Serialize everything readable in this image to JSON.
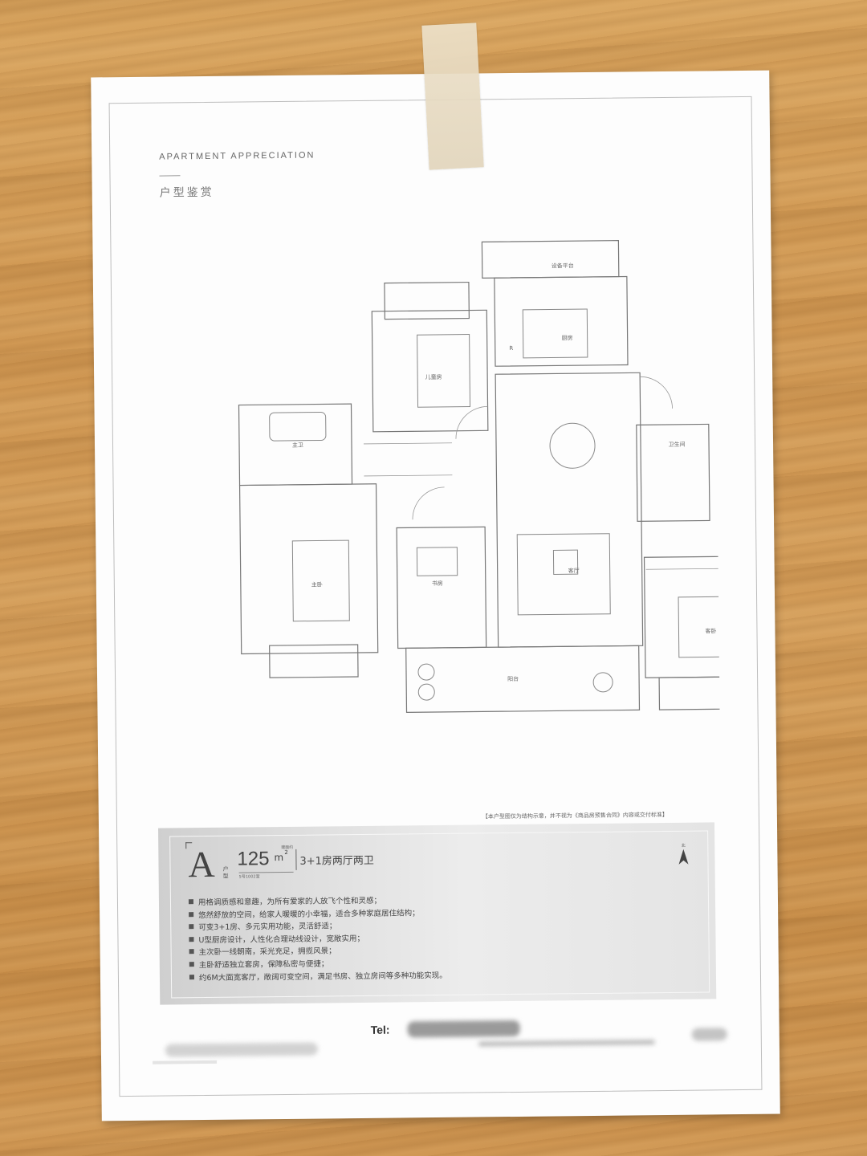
{
  "header": {
    "english_subtitle": "APARTMENT APPRECIATION",
    "chinese_subtitle": "户型鉴赏"
  },
  "floor_plan": {
    "room_labels": {
      "kids_room": "儿童房",
      "kitchen": "厨房",
      "equipment_platform": "设备平台",
      "master_bath": "主卫",
      "master_bedroom": "主卧",
      "study": "书房",
      "living_room": "客厅",
      "guest_bath": "卫生间",
      "guest_bedroom": "客卧",
      "balcony": "阳台",
      "fridge": "R"
    }
  },
  "disclaimer": "【本户型图仅为结构示意，并不视为《商品房预售合同》内容或交付标准】",
  "unit_info": {
    "type_letter": "A",
    "type_label": "户型",
    "area_value": "125",
    "area_unit": "m",
    "area_sup": "2",
    "area_note": "建面约",
    "building_note": "5号1002室",
    "layout_text": "3+1房两厅两卫",
    "features": [
      "用格调质感和意趣，为所有爱家的人放飞个性和灵感；",
      "悠然舒放的空间，给家人暖暖的小幸福，适合多种家庭居住结构；",
      "可变3+1房、多元实用功能，灵活舒适；",
      "U型厨房设计，人性化合理动线设计，宽敞实用；",
      "主次卧一线朝南，采光充足，拥揽风景；",
      "主卧舒适独立套房，保障私密与便捷；",
      "约6M大面宽客厅，敞阔可变空间，满足书房、独立房间等多种功能实现。"
    ],
    "north_label": "北"
  },
  "footer": {
    "tel_label": "Tel:"
  },
  "colors": {
    "wood": "#d39c58",
    "paper": "#fdfdfd",
    "tape": "#e8dcc4",
    "line": "#777777"
  }
}
